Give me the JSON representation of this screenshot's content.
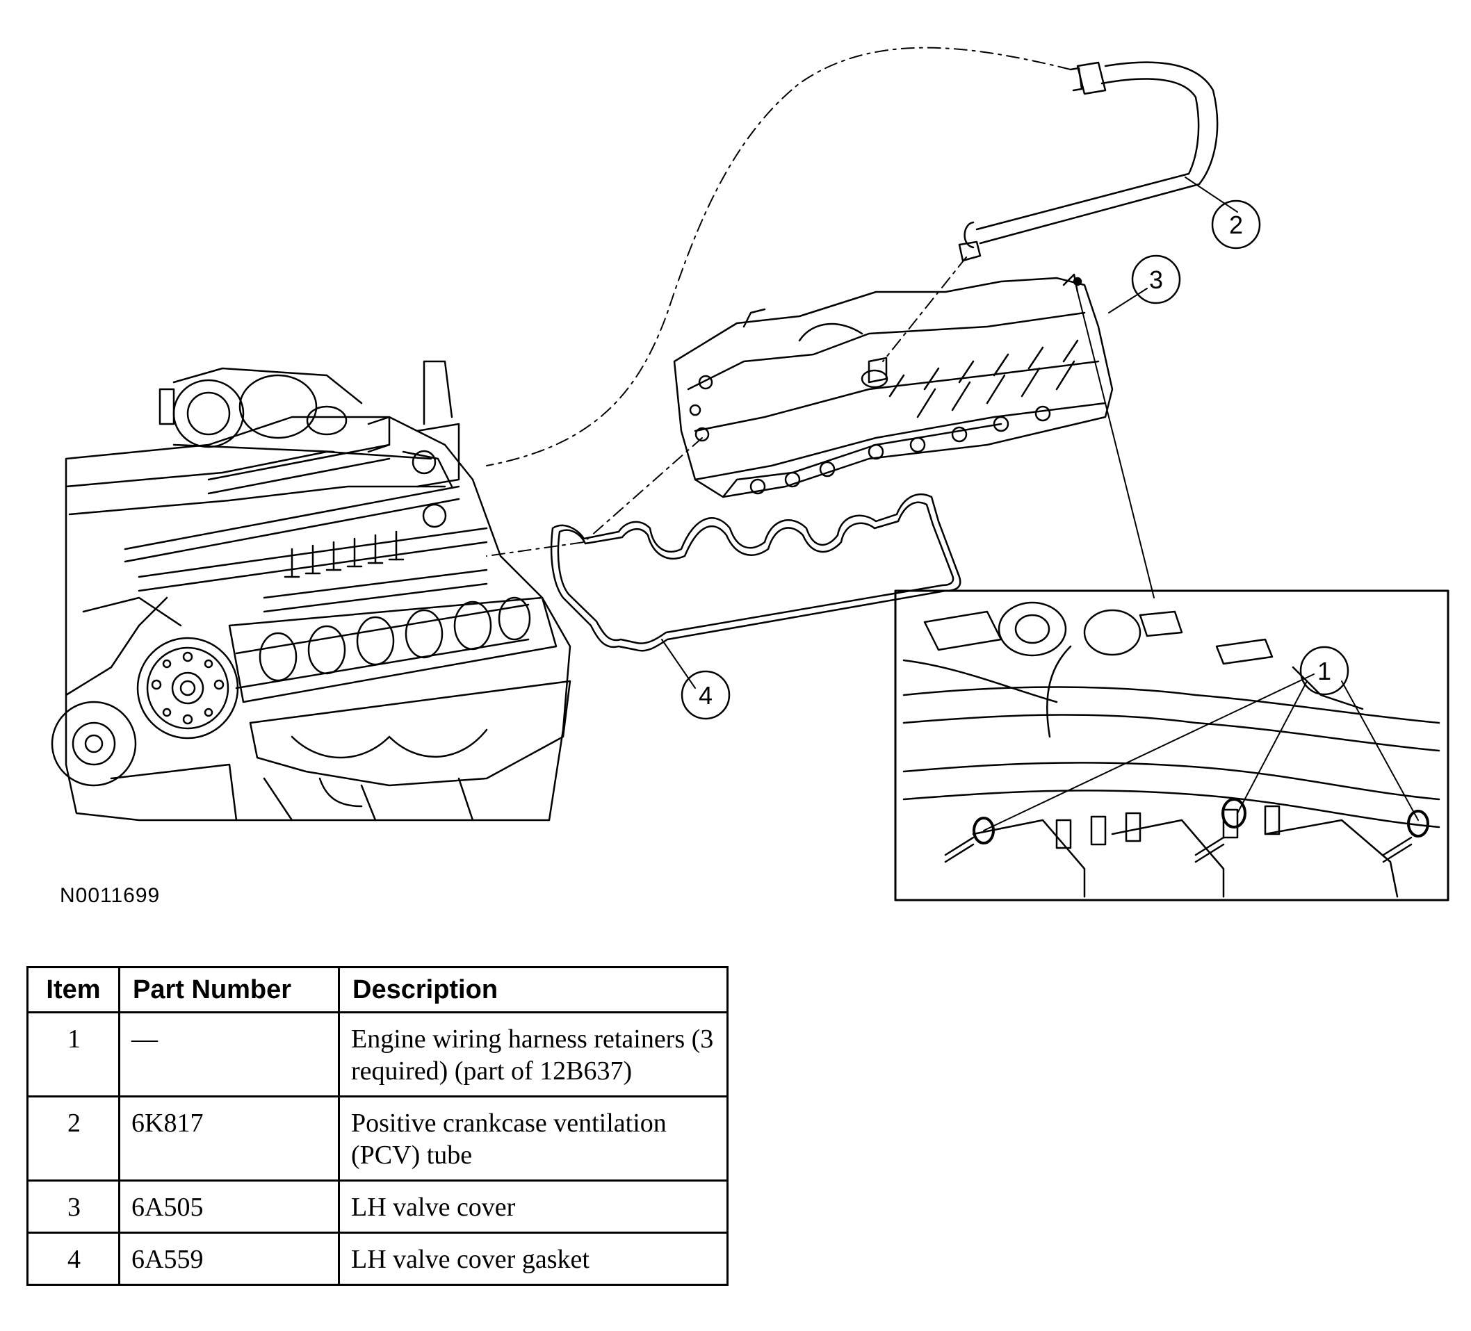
{
  "figure": {
    "id": "N0011699",
    "callouts": [
      "1",
      "2",
      "3",
      "4"
    ]
  },
  "table": {
    "headers": {
      "item": "Item",
      "part_number": "Part Number",
      "description": "Description"
    },
    "rows": [
      {
        "item": "1",
        "part_number": "—",
        "description": "Engine wiring harness retainers (3 required) (part of 12B637)"
      },
      {
        "item": "2",
        "part_number": "6K817",
        "description": "Positive crankcase ventilation (PCV) tube"
      },
      {
        "item": "3",
        "part_number": "6A505",
        "description": "LH valve cover"
      },
      {
        "item": "4",
        "part_number": "6A559",
        "description": "LH valve cover gasket"
      }
    ]
  }
}
